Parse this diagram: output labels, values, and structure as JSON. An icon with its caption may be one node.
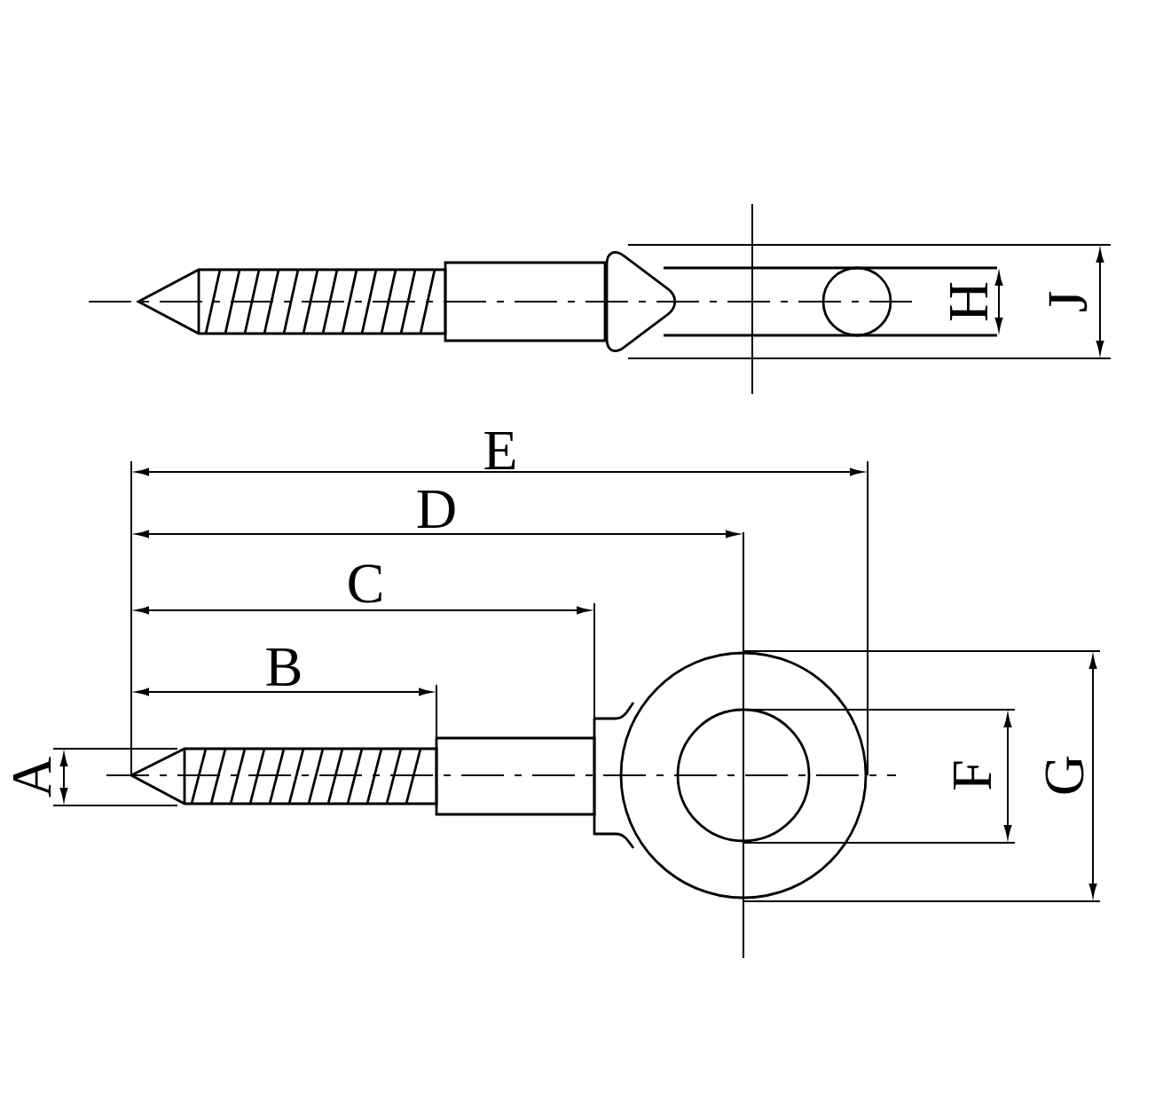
{
  "diagram": {
    "labels": [
      "H",
      "J",
      "E",
      "D",
      "C",
      "B",
      "A",
      "F",
      "G"
    ]
  }
}
